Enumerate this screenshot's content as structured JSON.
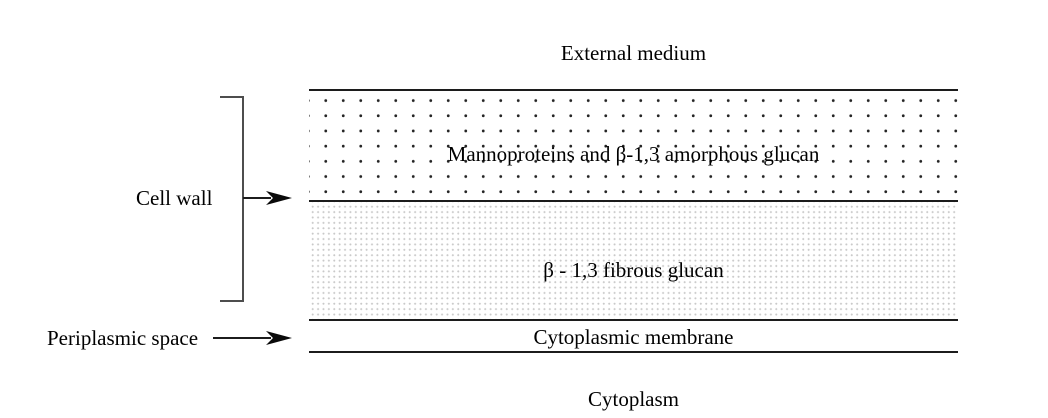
{
  "diagram": {
    "external_medium_label": "External medium",
    "cytoplasm_label": "Cytoplasm",
    "cell_wall_label": "Cell wall",
    "periplasmic_space_label": "Periplasmic space",
    "layers": [
      {
        "name": "mannoprotein-amorphous-glucan-layer",
        "label": "Mannoproteins and β-1,3 amorphous glucan",
        "texture": "coarse-dot-grid"
      },
      {
        "name": "fibrous-glucan-layer",
        "label": "β - 1,3 fibrous glucan",
        "texture": "fine-stipple"
      },
      {
        "name": "cytoplasmic-membrane-band",
        "label": "Cytoplasmic membrane",
        "texture": "plain-band-between-lines"
      }
    ],
    "colors": {
      "background": "#ffffff",
      "text": "#000000",
      "boundary_line": "#1c1c1c",
      "bracket": "#4d4d4d",
      "coarse_dot": "#242424",
      "fine_stipple": "#c9c9c9"
    }
  }
}
